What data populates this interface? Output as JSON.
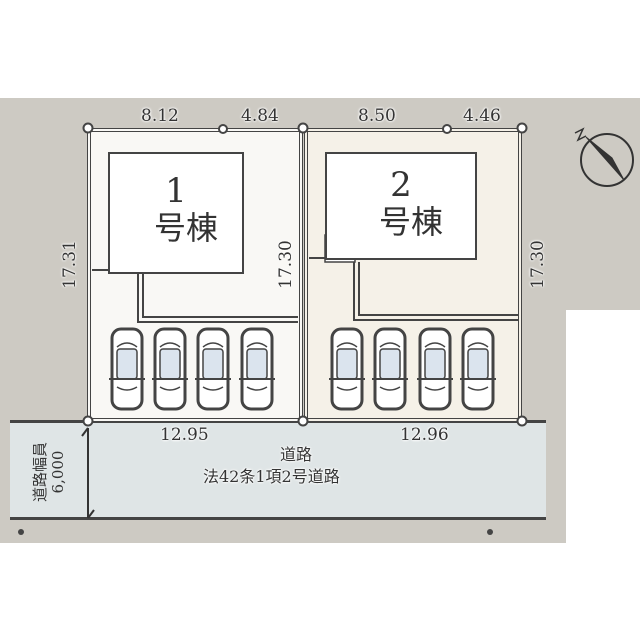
{
  "lot1": {
    "building_number": "1",
    "building_label": "号棟",
    "top_left_dim": "8.12",
    "top_right_dim": "4.84",
    "left_dim": "17.31",
    "right_dim": "17.30",
    "bottom_dim": "12.95",
    "parking_spaces": 4
  },
  "lot2": {
    "building_number": "2",
    "building_label": "号棟",
    "top_left_dim": "8.50",
    "top_right_dim": "4.46",
    "right_dim": "17.30",
    "bottom_dim": "12.96",
    "parking_spaces": 4
  },
  "road": {
    "title": "道路",
    "type": "法42条1項2号道路",
    "width_label": "道路幅員",
    "width_value": "6,000"
  },
  "compass": {
    "north_label": "N"
  },
  "colors": {
    "surroundings": "#cdcac3",
    "road": "#dfe5e6",
    "lot": "#f7f5f0",
    "line": "#444444"
  }
}
